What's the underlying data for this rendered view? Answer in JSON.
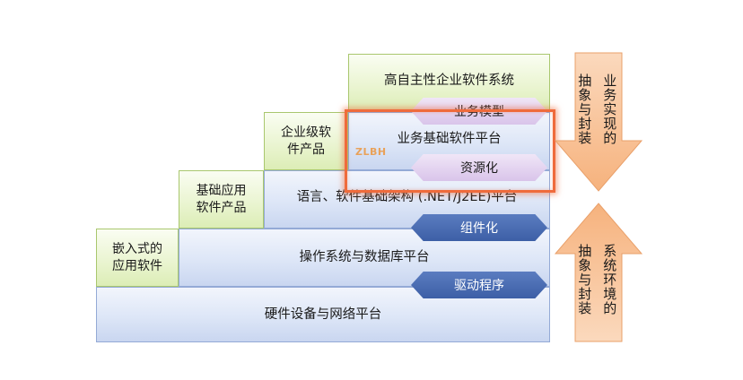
{
  "tiers": {
    "row1_right": "硬件设备与网络平台",
    "row2_left": "嵌入式的\n应用软件",
    "row2_right": "操作系统与数据库平台",
    "row3_left": "基础应用\n软件产品",
    "row3_right": "语言、软件基础架构 (.NET/J2EE)平台",
    "row4_left": "企业级软\n件产品",
    "row4_right": "业务基础软件平台",
    "row5_top": "高自主性企业软件系统"
  },
  "connectors": {
    "driver": "驱动程序",
    "component": "组件化",
    "resource": "资源化",
    "business_model": "业务模型"
  },
  "watermark": "ZLBH",
  "arrows": {
    "down_col1": "业务实现的",
    "down_col2": "抽象与封装",
    "up_col1": "系统环境的",
    "up_col2": "抽象与封装"
  },
  "colors": {
    "blue_fill": "#dde6f7",
    "green_fill": "#e9f4cf",
    "hex_dark": "#4a6db3",
    "hex_light": "#e4d4f0",
    "arrow_fill": "#f8c49a",
    "highlight": "#ef6b3c"
  }
}
